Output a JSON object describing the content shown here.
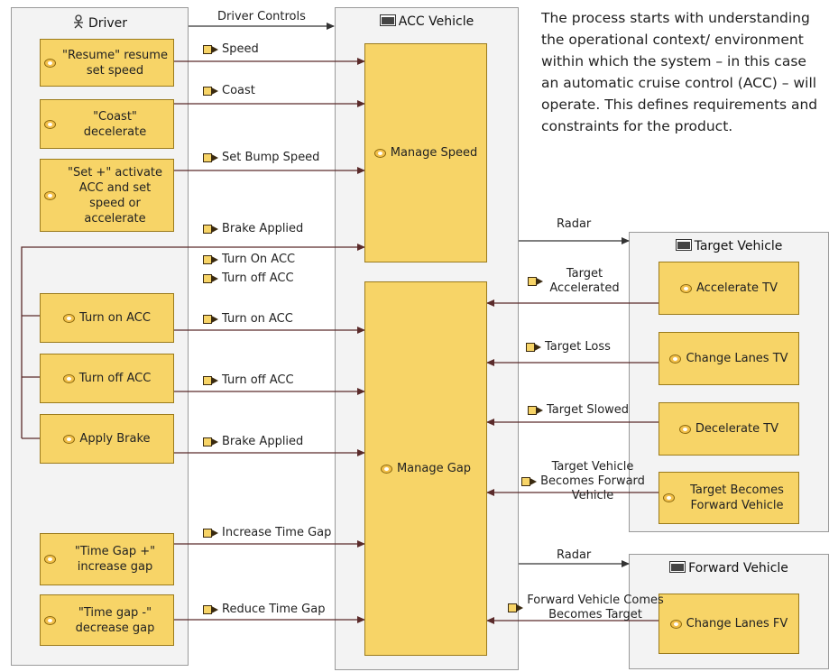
{
  "lanes": {
    "driver": "Driver",
    "acc": "ACC Vehicle",
    "target": "Target Vehicle",
    "forward": "Forward Vehicle"
  },
  "driver_boxes": [
    "\"Resume\" resume set speed",
    "\"Coast\" decelerate",
    "\"Set +\" activate ACC and set speed  or accelerate",
    "Turn on ACC",
    "Turn off ACC",
    "Apply Brake",
    "\"Time Gap +\" increase gap",
    "\"Time gap -\" decrease gap"
  ],
  "acc_boxes": [
    "Manage Speed",
    "Manage Gap"
  ],
  "target_boxes": [
    "Accelerate TV",
    "Change Lanes TV",
    "Decelerate TV",
    "Target Becomes Forward Vehicle"
  ],
  "forward_boxes": [
    "Change Lanes FV"
  ],
  "signals_left": [
    "Driver Controls",
    "Speed",
    "Coast",
    "Set Bump Speed",
    "Brake Applied",
    "Turn On ACC",
    "Turn off ACC",
    "Turn on ACC",
    "Turn off ACC",
    "Brake Applied",
    "Increase Time Gap",
    "Reduce Time Gap"
  ],
  "signals_right": [
    "Radar",
    "Target Accelerated",
    "Target Loss",
    "Target Slowed",
    "Target Vehicle Becomes Forward Vehicle",
    "Radar",
    "Forward Vehicle Comes Becomes Target"
  ],
  "note": "The process starts with understanding the operational context/ environment within which the system – in this case an automatic cruise control (ACC) – will operate. This defines requirements and constraints for the product.",
  "colors": {
    "box_fill": "#f7d467",
    "line": "#5a2a2a",
    "lane_fill": "#f3f3f3"
  },
  "icons": {
    "driver_lane": "person-icon",
    "vehicle_lane": "block-icon",
    "box": "operation-icon",
    "signal": "signal-icon"
  }
}
